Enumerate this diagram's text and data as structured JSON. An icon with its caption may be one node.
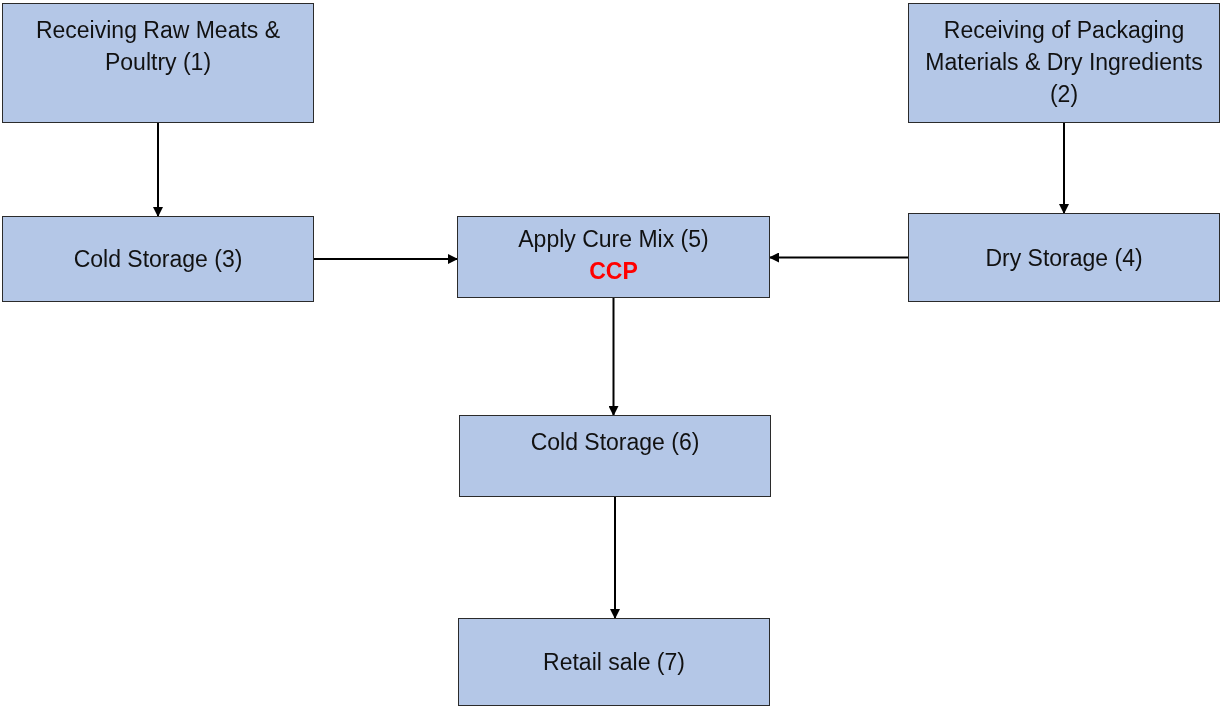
{
  "diagram": {
    "nodes": [
      {
        "text": [
          "Receiving Raw Meats & Poultry (1)"
        ]
      },
      {
        "text": [
          "Receiving of Packaging Materials & Dry Ingredients (2)"
        ]
      },
      {
        "text": [
          "Cold Storage (3)"
        ]
      },
      {
        "text": [
          "Apply Cure Mix (5)",
          "CCP"
        ]
      },
      {
        "text": [
          "Dry Storage (4)"
        ]
      },
      {
        "text": [
          "Cold Storage (6)"
        ]
      },
      {
        "text": [
          "Retail sale (7)"
        ]
      }
    ],
    "edges": [
      {
        "from": 0,
        "to": 2,
        "arrow": "to"
      },
      {
        "from": 1,
        "to": 4,
        "arrow": "to"
      },
      {
        "from": 2,
        "to": 3,
        "arrow": "to"
      },
      {
        "from": 4,
        "to": 3,
        "arrow": "to"
      },
      {
        "from": 3,
        "to": 5,
        "arrow": "to"
      },
      {
        "from": 5,
        "to": 6,
        "arrow": "to"
      }
    ]
  }
}
